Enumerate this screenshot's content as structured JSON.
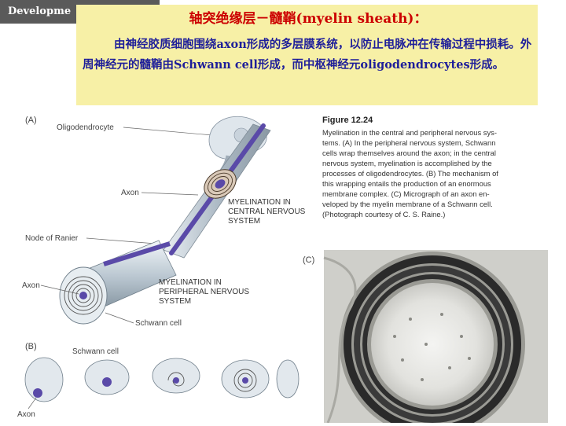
{
  "header": {
    "tab_label": "Developme"
  },
  "callout": {
    "title": "轴突绝缘层－髓鞘(myelin sheath)：",
    "body": "由神经胶质细胞围绕axon形成的多层膜系统，以防止电脉冲在传输过程中损耗。外周神经元的髓鞘由Schwann cell形成，而中枢神经元oligodendrocytes形成。"
  },
  "figure": {
    "panel_a_label": "(A)",
    "panel_b_label": "(B)",
    "panel_c_label": "(C)",
    "labels": {
      "oligodendrocyte": "Oligodendrocyte",
      "axon_top": "Axon",
      "node_of_ranier": "Node of Ranier",
      "axon_mid": "Axon",
      "schwann_cell": "Schwann cell",
      "schwann_cell_b": "Schwann cell",
      "axon_b": "Axon",
      "cns_1": "MYELINATION IN",
      "cns_2": "CENTRAL NERVOUS",
      "cns_3": "SYSTEM",
      "pns_1": "MYELINATION IN",
      "pns_2": "PERIPHERAL NERVOUS",
      "pns_3": "SYSTEM"
    },
    "caption_title": "Figure 12.24",
    "caption_lines": [
      "Myelination in the central and peripheral nervous sys-",
      "tems. (A) In the peripheral nervous system, Schwann",
      "cells wrap themselves around the axon; in the central",
      "nervous system, myelination is accomplished by the",
      "processes of oligodendrocytes. (B) The mechanism of",
      "this wrapping entails the production of an enormous",
      "membrane complex. (C) Micrograph of an axon en-",
      "veloped by the myelin membrane of a Schwann cell.",
      "(Photograph courtesy of C. S. Raine.)"
    ]
  },
  "colors": {
    "tab_bg": "#5a5a5a",
    "callout_bg": "#f7f0a6",
    "title": "#cc0000",
    "body": "#1e1e9a",
    "axon": "#5a4aa8"
  }
}
